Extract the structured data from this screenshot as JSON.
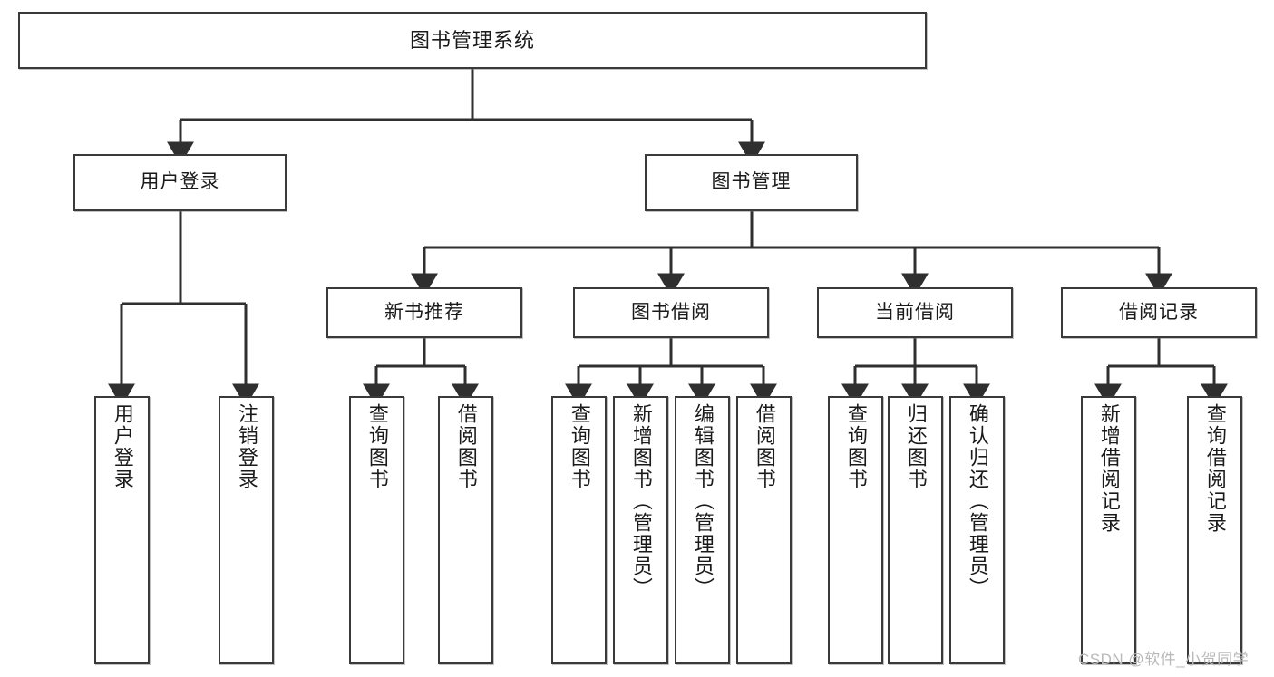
{
  "diagram": {
    "title": "图书管理系统",
    "type": "tree-hierarchy-diagram",
    "colors": {
      "box_border": "#3a3a3a",
      "box_fill": "#ffffff",
      "edge": "#2f2f2f",
      "text": "#1a1a1a",
      "watermark": "#b9b9b9",
      "background": "#ffffff"
    },
    "nodes": {
      "root": {
        "label": "图书管理系统"
      },
      "level2": [
        {
          "label": "用户登录"
        },
        {
          "label": "图书管理"
        }
      ],
      "level3": [
        {
          "label": "新书推荐"
        },
        {
          "label": "图书借阅"
        },
        {
          "label": "当前借阅"
        },
        {
          "label": "借阅记录"
        }
      ],
      "leaves_user_login": [
        {
          "label": "用户登录"
        },
        {
          "label": "注销登录"
        }
      ],
      "leaves_new_book": [
        {
          "label": "查询图书"
        },
        {
          "label": "借阅图书"
        }
      ],
      "leaves_borrow": [
        {
          "label": "查询图书"
        },
        {
          "label": "新增图书（管理员）"
        },
        {
          "label": "编辑图书（管理员）"
        },
        {
          "label": "借阅图书"
        }
      ],
      "leaves_current": [
        {
          "label": "查询图书"
        },
        {
          "label": "归还图书"
        },
        {
          "label": "确认归还（管理员）"
        }
      ],
      "leaves_records": [
        {
          "label": "新增借阅记录"
        },
        {
          "label": "查询借阅记录"
        }
      ]
    }
  },
  "watermark": {
    "text": "CSDN @软件_小贺同学"
  }
}
